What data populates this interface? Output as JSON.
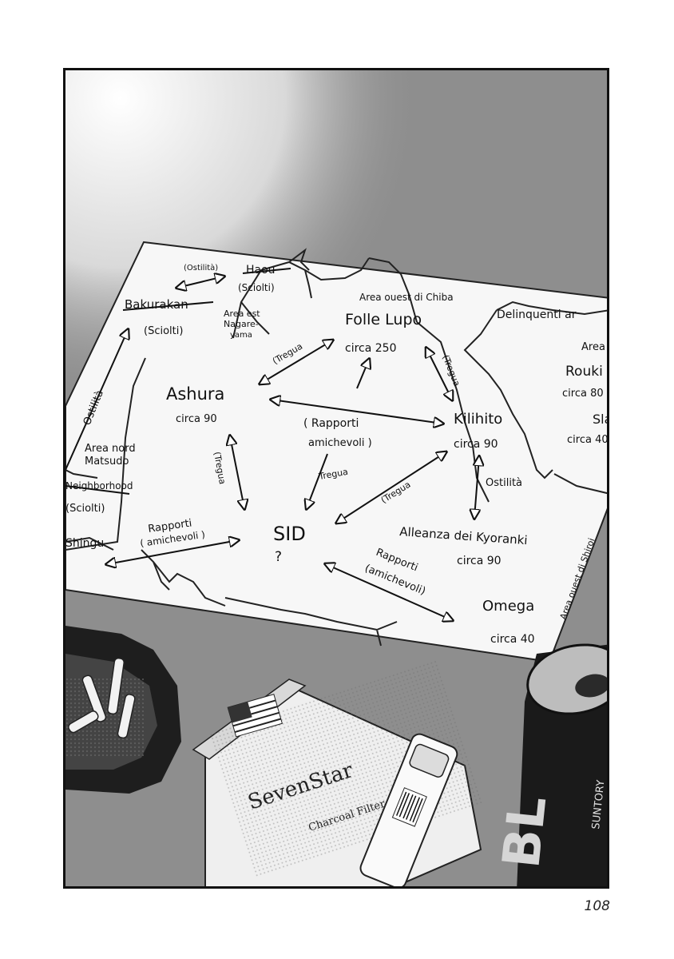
{
  "page_number": "108",
  "map": {
    "top_left": {
      "hostility": "(Ostilità)",
      "haou": "Haou",
      "haou_status": "(Sciolti)",
      "bakurakan": "Bakurakan",
      "bakurakan_status": "(Sciolti)",
      "area_east_1": "Area est",
      "area_east_2": "Nagare-",
      "area_east_3": "yama"
    },
    "west": {
      "hostility": "Ostilità",
      "area_north_1": "Area nord",
      "area_north_2": "Matsudo",
      "neighborhood": "Neighborhood",
      "neighborhood_status": "(Sciolti)",
      "shingu": "Shingu",
      "rapporti_1": "Rapporti",
      "rapporti_2": "( amichevoli )"
    },
    "center": {
      "area_west_chiba": "Area ouest di Chiba",
      "folle_lupo": "Folle Lupo",
      "folle_lupo_count": "circa 250",
      "tregua_1": "(Tregua",
      "tregua_2": "(Tregua",
      "ashura": "Ashura",
      "ashura_count": "circa 90",
      "rapporti_1": "( Rapporti",
      "rapporti_2": "amichevoli )",
      "kilihito": "Kilihito",
      "kilihito_count": "circa 90",
      "tregua_3": "(Tregua",
      "tregua_4": "Tregua",
      "tregua_5": "(Tregua",
      "ostilita": "Ostilità",
      "sid": "SID",
      "sid_q": "?",
      "alleanza": "Alleanza dei Kyoranki",
      "alleanza_count": "circa 90",
      "rapporti_3": "Rapporti",
      "rapporti_4": "(amichevoli)",
      "omega": "Omega",
      "omega_count": "circa 40",
      "area_west_shiroi": "Area ouest di Shiroi"
    },
    "east": {
      "delinquenti": "Delinquenti ar",
      "area": "Area",
      "rouki": "Rouki",
      "rouki_count": "circa 80",
      "sla": "Sla",
      "sla_count": "circa 40"
    }
  },
  "objects": {
    "cigarette_brand": "SevenStar",
    "cigarette_sub": "Charcoal Filter",
    "can_brand": "SUNTORY",
    "can_logo": "BL"
  },
  "colors": {
    "table": "#8e8e8e",
    "paper": "#f7f7f7",
    "ink": "#111111"
  }
}
